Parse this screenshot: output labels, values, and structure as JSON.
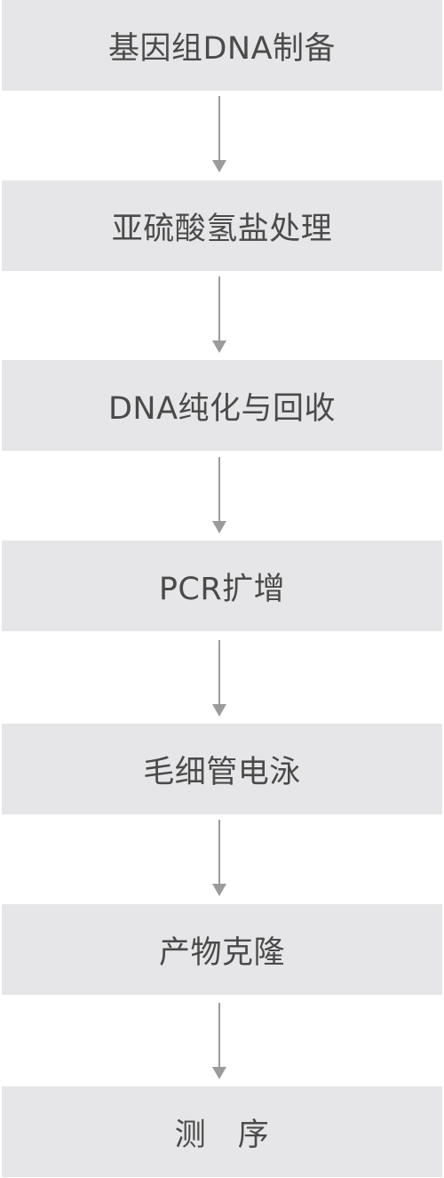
{
  "flow": {
    "steps": [
      {
        "label": "基因组DNA制备"
      },
      {
        "label": "亚硫酸氢盐处理"
      },
      {
        "label": "DNA纯化与回收"
      },
      {
        "label": "PCR扩增"
      },
      {
        "label": "毛细管电泳"
      },
      {
        "label": "产物克隆"
      },
      {
        "label": "测　序"
      }
    ]
  },
  "colors": {
    "box_fill": "#e6e6e8",
    "text": "#4a4a4a",
    "arrow": "#9b9b9b"
  }
}
